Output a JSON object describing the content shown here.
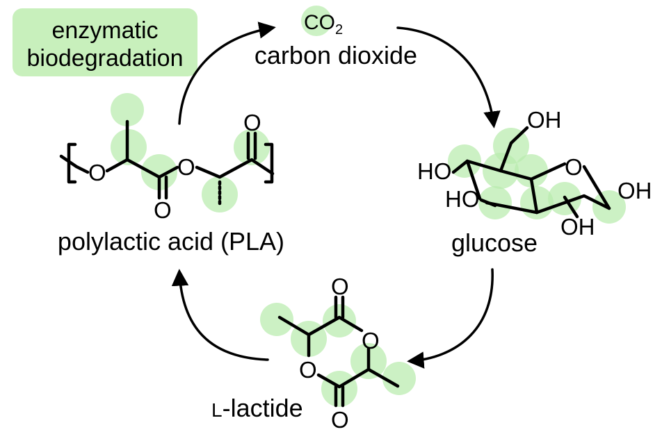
{
  "badge": {
    "line1": "enzymatic",
    "line2": "biodegradation",
    "color": "#c8f0bc"
  },
  "co2": {
    "formula": "CO",
    "subscript": "2",
    "name": "carbon dioxide"
  },
  "glucose": {
    "name": "glucose",
    "oh": "OH",
    "ho": "HO",
    "o": "O"
  },
  "lactide": {
    "name_prefix": "L",
    "name_rest": "-lactide",
    "o": "O"
  },
  "pla": {
    "name": "polylactic acid (PLA)",
    "o": "O"
  },
  "colors": {
    "highlight": "#b9ecad",
    "ink": "#000000"
  }
}
